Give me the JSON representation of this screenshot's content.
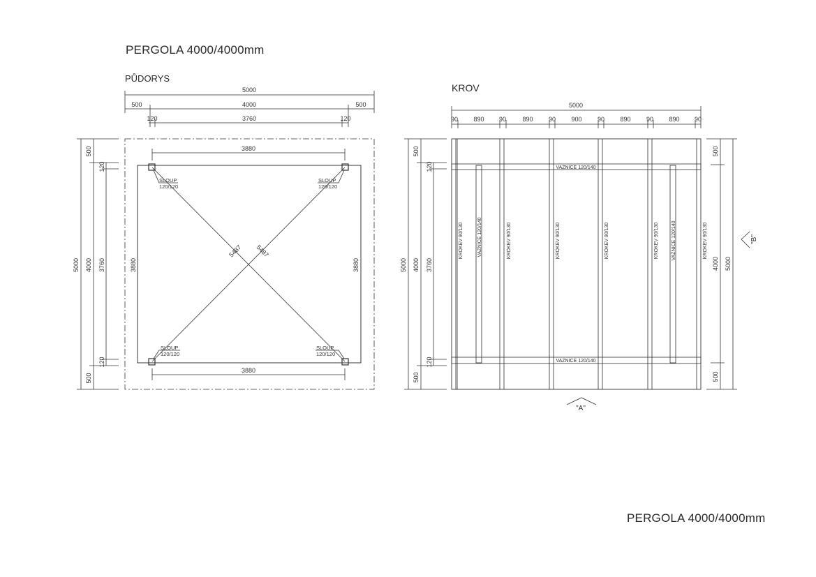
{
  "title": "PERGOLA 4000/4000mm",
  "footer_title": "PERGOLA 4000/4000mm",
  "plan": {
    "label": "PŮDORYS",
    "dims_top": {
      "overall": "5000",
      "left": "500",
      "middle": "4000",
      "right": "500",
      "post_l": "120",
      "clear": "3760",
      "post_r": "120"
    },
    "dims_inner": {
      "top": "3880",
      "bottom": "3880",
      "left": "3880",
      "right": "3880"
    },
    "diagonals": {
      "d1": "5487",
      "d2": "5487"
    },
    "dims_left": {
      "overall": "5000",
      "top": "500",
      "middle": "4000",
      "bottom": "500",
      "post_t": "120",
      "clear": "3760",
      "post_b": "120"
    },
    "posts": [
      {
        "line1": "SLOUP",
        "line2": "120/120"
      },
      {
        "line1": "SLOUP",
        "line2": "120/120"
      },
      {
        "line1": "SLOUP",
        "line2": "120/120"
      },
      {
        "line1": "SLOUP",
        "line2": "120/120"
      }
    ]
  },
  "roof": {
    "label": "KROV",
    "dims_top": {
      "overall": "5000",
      "segments": [
        "90",
        "890",
        "90",
        "890",
        "90",
        "900",
        "90",
        "890",
        "90",
        "890",
        "90"
      ]
    },
    "dims_left": {
      "overall": "5000",
      "middle": "4000",
      "top": "500",
      "bottom": "500",
      "post_t": "120",
      "clear": "3760",
      "post_b": "120"
    },
    "dims_right": {
      "overall": "5000",
      "middle": "4000",
      "top": "500",
      "bottom": "500"
    },
    "beam_top": "VAZNICE 120/140",
    "beam_bottom": "VAZNICE 120/140",
    "rafters": [
      "KROKEV 90/130",
      "VAZNICE 120/140",
      "KROKEV 90/130",
      "KROKEV 90/130",
      "KROKEV 90/130",
      "KROKEV 90/130",
      "VAZNICE 120/140",
      "KROKEV 90/130"
    ],
    "view_a": "\"A\"",
    "view_b": "\"B\""
  }
}
